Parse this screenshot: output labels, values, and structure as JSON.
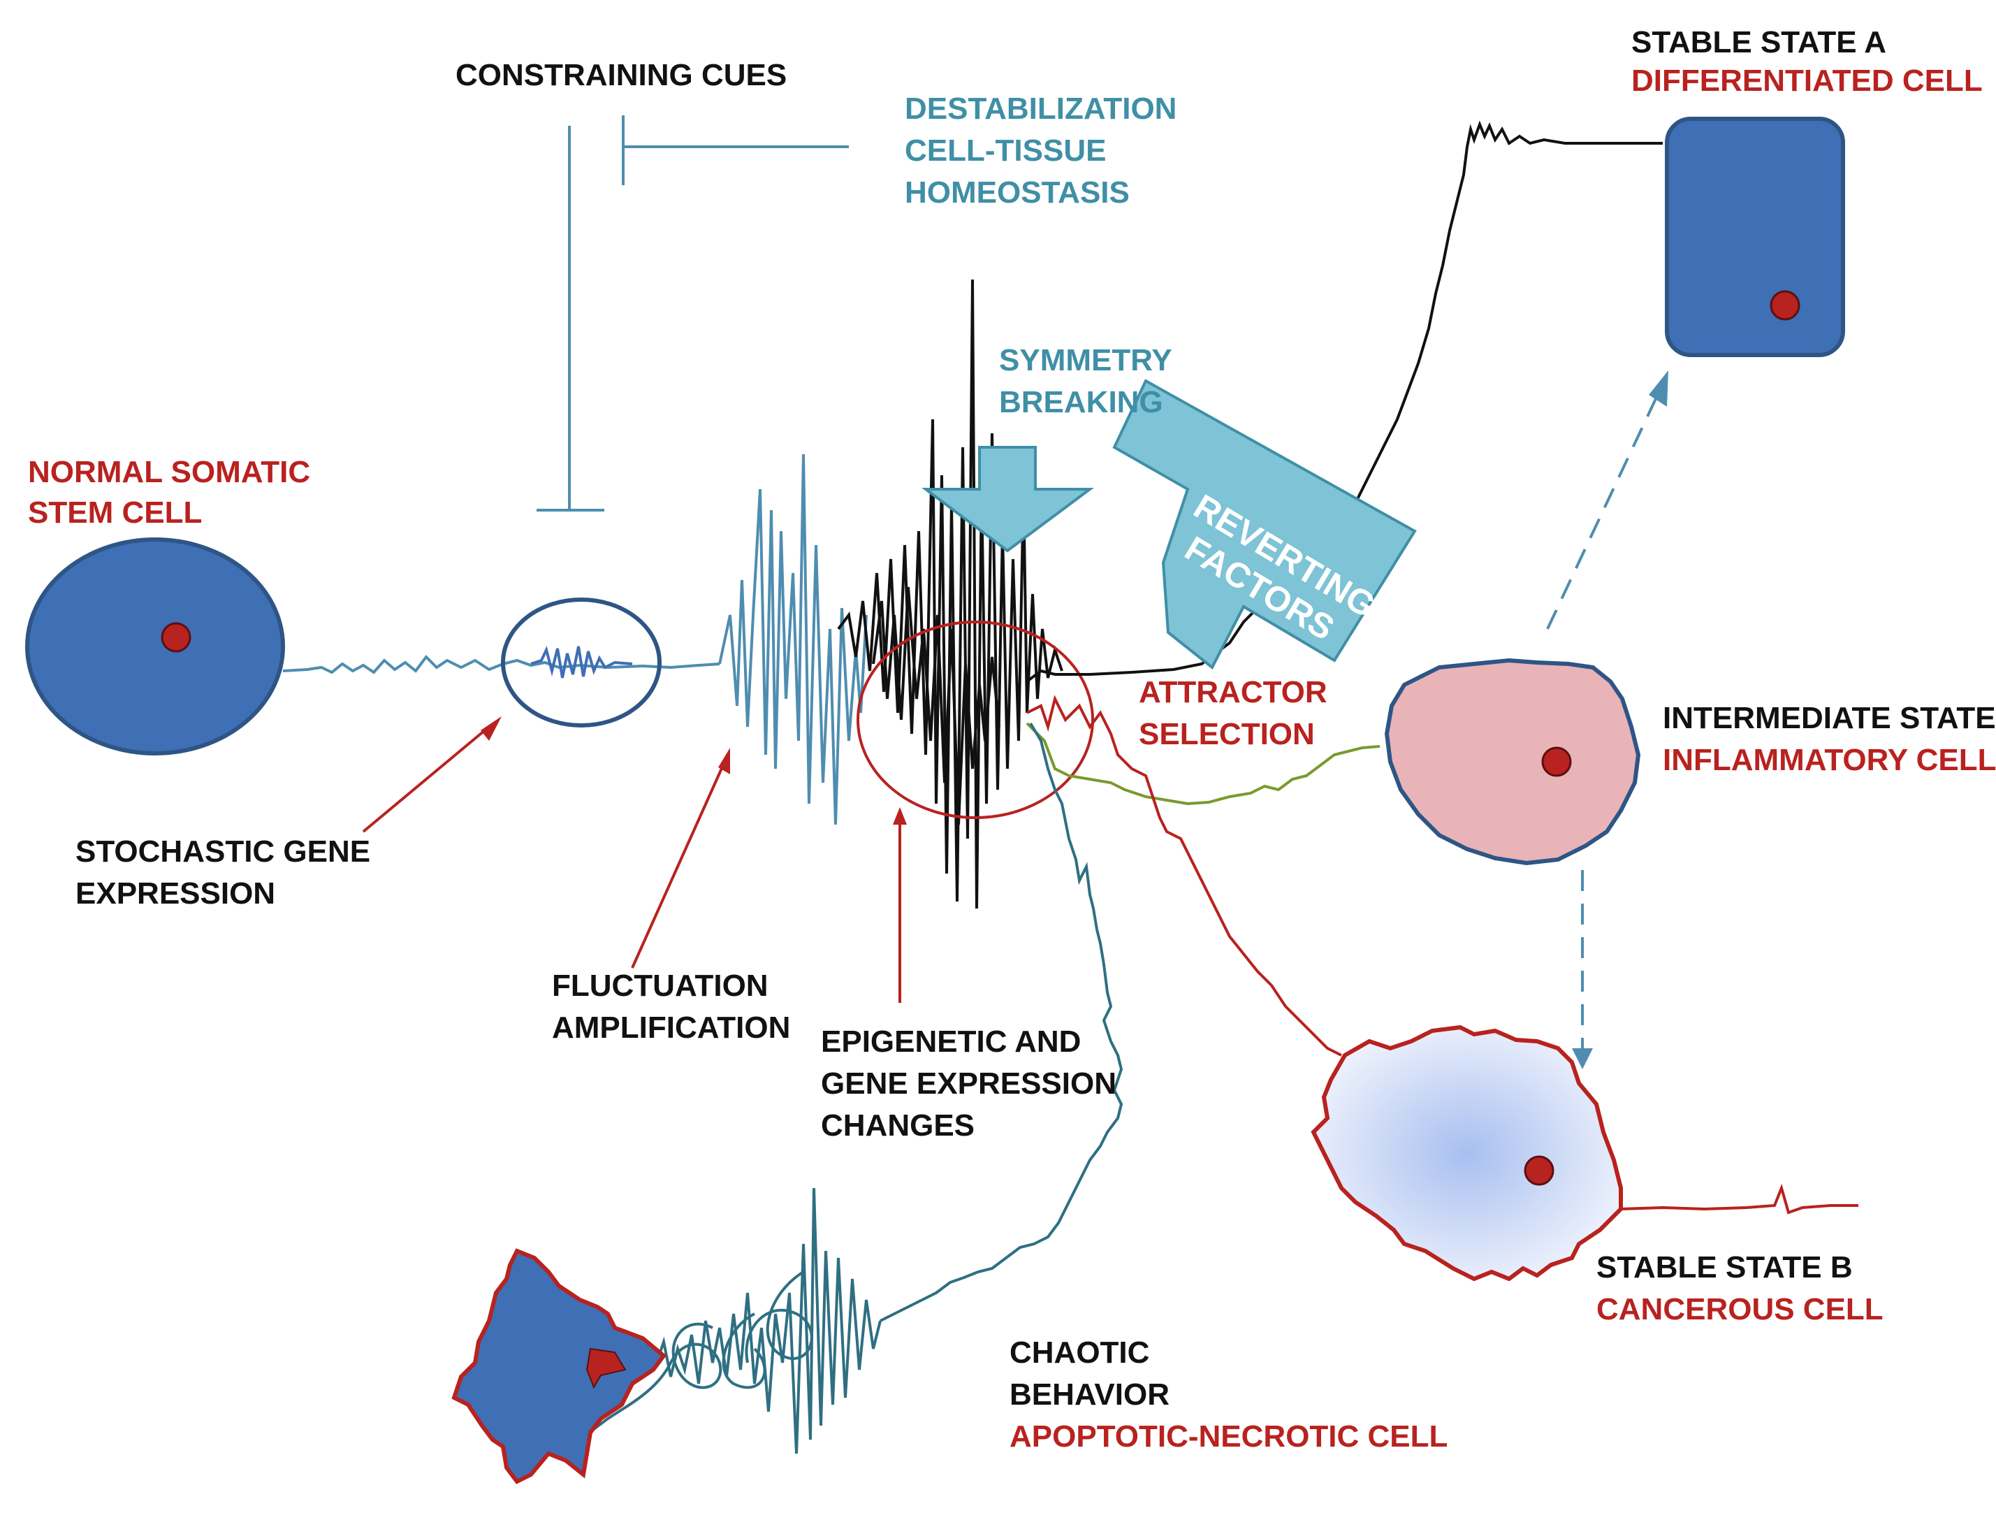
{
  "labels": {
    "normal_somatic_1": "NORMAL SOMATIC",
    "normal_somatic_2": "STEM CELL",
    "constraining_cues": "CONSTRAINING CUES",
    "destab_1": "DESTABILIZATION",
    "destab_2": "CELL-TISSUE",
    "destab_3": "HOMEOSTASIS",
    "stable_a_1": "STABLE STATE  A",
    "stable_a_2": "DIFFERENTIATED CELL",
    "symmetry_1": "SYMMETRY",
    "symmetry_2": "BREAKING",
    "reverting_1": "REVERTING",
    "reverting_2": "FACTORS",
    "attractor_1": "ATTRACTOR",
    "attractor_2": "SELECTION",
    "intermediate_1": "INTERMEDIATE STATE",
    "intermediate_2": "INFLAMMATORY CELL",
    "stochastic_1": "STOCHASTIC  GENE",
    "stochastic_2": "EXPRESSION",
    "fluctuation_1": "FLUCTUATION",
    "fluctuation_2": "AMPLIFICATION",
    "epigenetic_1": "EPIGENETIC AND",
    "epigenetic_2": "GENE EXPRESSION",
    "epigenetic_3": "CHANGES",
    "stable_b_1": "STABLE STATE  B",
    "stable_b_2": "CANCEROUS CELL",
    "chaotic_1": "CHAOTIC",
    "chaotic_2": "BEHAVIOR",
    "chaotic_3": "APOPTOTIC-NECROTIC CELL"
  },
  "colors": {
    "black_text": "#111111",
    "red_text": "#b8221f",
    "teal_text": "#3f8fa6",
    "cell_blue": "#3f6fb5",
    "cell_outline": "#2e5585",
    "nucleus": "#b8221f",
    "inflammatory_fill": "#e8b4b8",
    "arrow_fill": "#7ec3d6",
    "green_line": "#7a9a2e"
  },
  "icons": [
    "stem-cell-icon",
    "differentiated-cell-icon",
    "inflammatory-cell-icon",
    "cancerous-cell-icon",
    "necrotic-cell-icon"
  ]
}
